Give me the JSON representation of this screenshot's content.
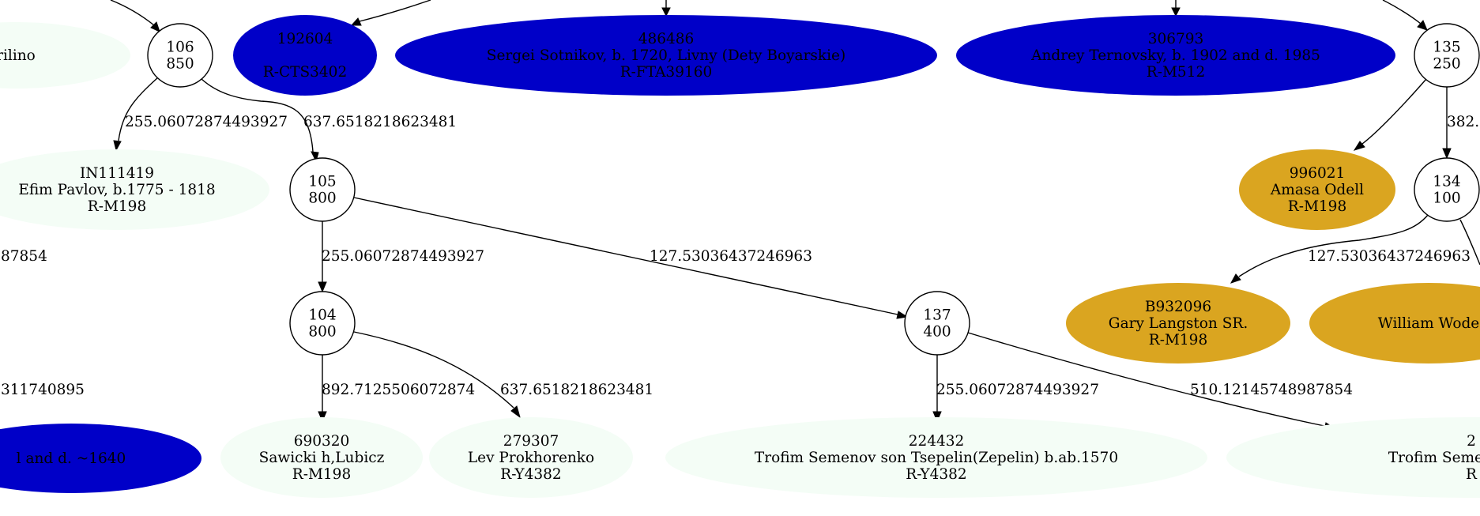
{
  "colors": {
    "background": "#ffffff",
    "stroke": "#000000",
    "white": "#ffffff",
    "mint": "#f4fdf6",
    "blue": "#0000c8",
    "gold": "#daa520"
  },
  "nodes": [
    {
      "id": "n-ilino",
      "kind": "sample",
      "fill": "mint",
      "lines": [
        "rilino"
      ]
    },
    {
      "id": "n106",
      "kind": "haplotype",
      "fill": "white",
      "lines": [
        "106",
        "850"
      ]
    },
    {
      "id": "n192604",
      "kind": "sample",
      "fill": "blue",
      "lines": [
        "192604",
        "",
        "R-CTS3402"
      ]
    },
    {
      "id": "n486486",
      "kind": "sample",
      "fill": "blue",
      "lines": [
        "486486",
        "Sergei Sotnikov, b. 1720, Livny (Dety Boyarskie)",
        "R-FTA39160"
      ]
    },
    {
      "id": "n306793",
      "kind": "sample",
      "fill": "blue",
      "lines": [
        "306793",
        "Andrey Ternovsky, b. 1902 and d. 1985",
        "R-M512"
      ]
    },
    {
      "id": "n135",
      "kind": "haplotype",
      "fill": "white",
      "lines": [
        "135",
        "250"
      ]
    },
    {
      "id": "nIN111419",
      "kind": "sample",
      "fill": "mint",
      "lines": [
        "IN111419",
        "Efim Pavlov, b.1775 - 1818",
        "R-M198"
      ]
    },
    {
      "id": "n105",
      "kind": "haplotype",
      "fill": "white",
      "lines": [
        "105",
        "800"
      ]
    },
    {
      "id": "n996021",
      "kind": "sample",
      "fill": "gold",
      "lines": [
        "996021",
        "Amasa Odell",
        "R-M198"
      ]
    },
    {
      "id": "n134",
      "kind": "haplotype",
      "fill": "white",
      "lines": [
        "134",
        "100"
      ]
    },
    {
      "id": "n104",
      "kind": "haplotype",
      "fill": "white",
      "lines": [
        "104",
        "800"
      ]
    },
    {
      "id": "n137",
      "kind": "haplotype",
      "fill": "white",
      "lines": [
        "137",
        "400"
      ]
    },
    {
      "id": "nB932096",
      "kind": "sample",
      "fill": "gold",
      "lines": [
        "B932096",
        "Gary Langston SR.",
        "R-M198"
      ]
    },
    {
      "id": "nWode",
      "kind": "sample",
      "fill": "gold",
      "lines": [
        "William Wode"
      ]
    },
    {
      "id": "nLeftBlue",
      "kind": "sample",
      "fill": "blue",
      "lines": [
        "l and d. ~1640"
      ]
    },
    {
      "id": "n690320",
      "kind": "sample",
      "fill": "mint",
      "lines": [
        "690320",
        "Sawicki h,Lubicz",
        "R-M198"
      ]
    },
    {
      "id": "n279307",
      "kind": "sample",
      "fill": "mint",
      "lines": [
        "279307",
        "Lev Prokhorenko",
        "R-Y4382"
      ]
    },
    {
      "id": "n224432",
      "kind": "sample",
      "fill": "mint",
      "lines": [
        "224432",
        "Trofim Semenov son Tsepelin(Zepelin) b.ab.1570",
        "R-Y4382"
      ]
    },
    {
      "id": "nTrofimR",
      "kind": "sample",
      "fill": "mint",
      "lines": [
        "2",
        "Trofim Semenov son T",
        "R"
      ]
    }
  ],
  "edges": [
    {
      "id": "e-106-in",
      "label": ""
    },
    {
      "id": "e-192604-in",
      "label": ""
    },
    {
      "id": "e-486486-in",
      "label": ""
    },
    {
      "id": "e-306793-in",
      "label": ""
    },
    {
      "id": "e-135-in",
      "label": ""
    },
    {
      "id": "e-106-IN111419",
      "label": "255.06072874493927"
    },
    {
      "id": "e-106-105",
      "label": "637.6518218623481"
    },
    {
      "id": "e-135-996021",
      "label": ""
    },
    {
      "id": "e-135-134",
      "label": "382."
    },
    {
      "id": "e-105-104",
      "label": "255.06072874493927"
    },
    {
      "id": "e-105-137",
      "label": "127.53036437246963"
    },
    {
      "id": "e-134-B932096",
      "label": "127.53036437246963"
    },
    {
      "id": "e-134-off",
      "label": ""
    },
    {
      "id": "e-104-690320",
      "label": "892.7125506072874"
    },
    {
      "id": "e-104-279307",
      "label": "637.6518218623481"
    },
    {
      "id": "e-137-224432",
      "label": "255.06072874493927"
    },
    {
      "id": "e-137-TrofimR",
      "label": "510.12145748987854"
    }
  ],
  "clipped_labels": [
    {
      "id": "frag-87854",
      "text": "87854"
    },
    {
      "id": "frag-311740895",
      "text": "311740895"
    }
  ]
}
